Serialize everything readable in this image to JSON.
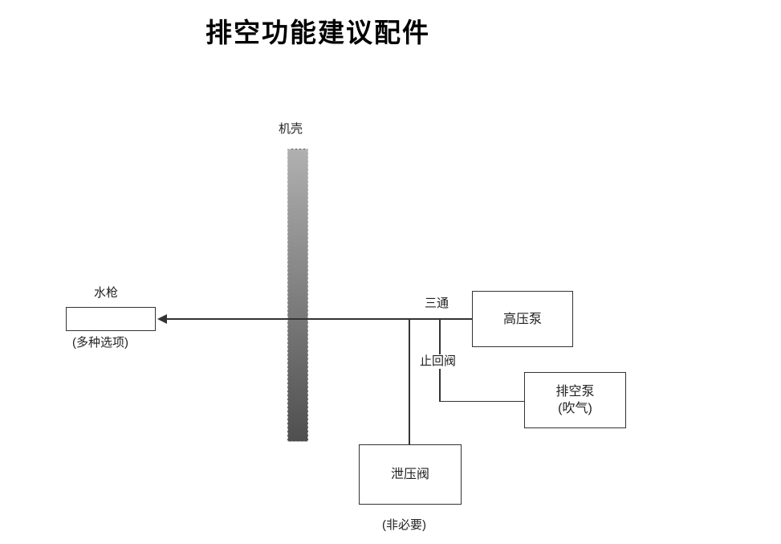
{
  "title": "排空功能建议配件",
  "diagram": {
    "wall_label": "机壳",
    "water_gun": {
      "label": "水枪",
      "note": "(多种选项)"
    },
    "tee_label": "三通",
    "check_valve_label": "止回阀",
    "high_pressure_pump_label": "高压泵",
    "drain_pump": {
      "line1": "排空泵",
      "line2": "(吹气)"
    },
    "relief_valve": {
      "label": "泄压阀",
      "note": "(非必要)"
    }
  },
  "colors": {
    "line": "#333333",
    "wall_top": "#b0b0b0",
    "wall_bottom": "#4f4f4f"
  }
}
